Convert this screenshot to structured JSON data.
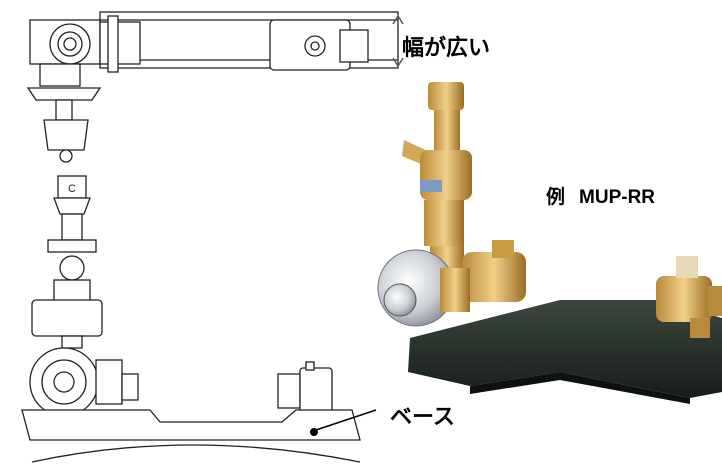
{
  "labels": {
    "width_note": "幅が広い",
    "example_prefix": "例",
    "example_code": "MUP-RR",
    "base": "ベース"
  }
}
